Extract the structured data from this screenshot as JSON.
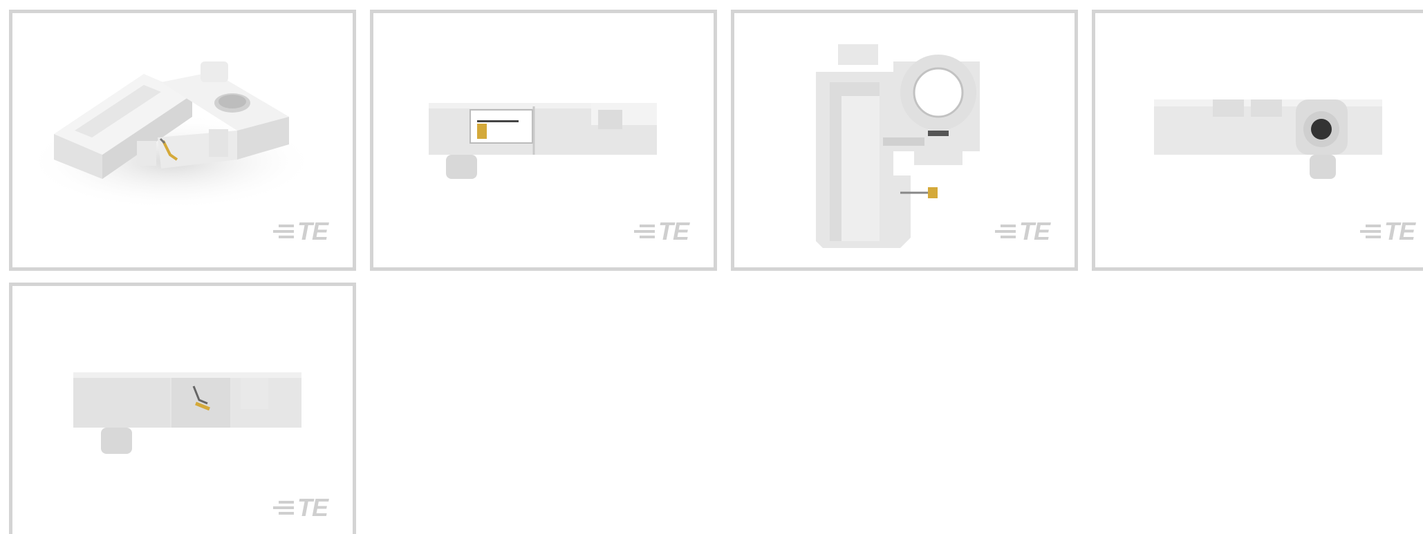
{
  "gallery": {
    "thumbnails": [
      {
        "view": "isometric",
        "logo_text": "TE"
      },
      {
        "view": "side",
        "logo_text": "TE"
      },
      {
        "view": "top",
        "logo_text": "TE"
      },
      {
        "view": "end",
        "logo_text": "TE"
      },
      {
        "view": "side-reverse",
        "logo_text": "TE"
      }
    ]
  },
  "colors": {
    "border": "#d4d4d4",
    "housing": "#e6e6e6",
    "housing_shadow": "#c9c9c9",
    "contact_gold": "#d4a93a",
    "logo": "#cfcfcf"
  }
}
